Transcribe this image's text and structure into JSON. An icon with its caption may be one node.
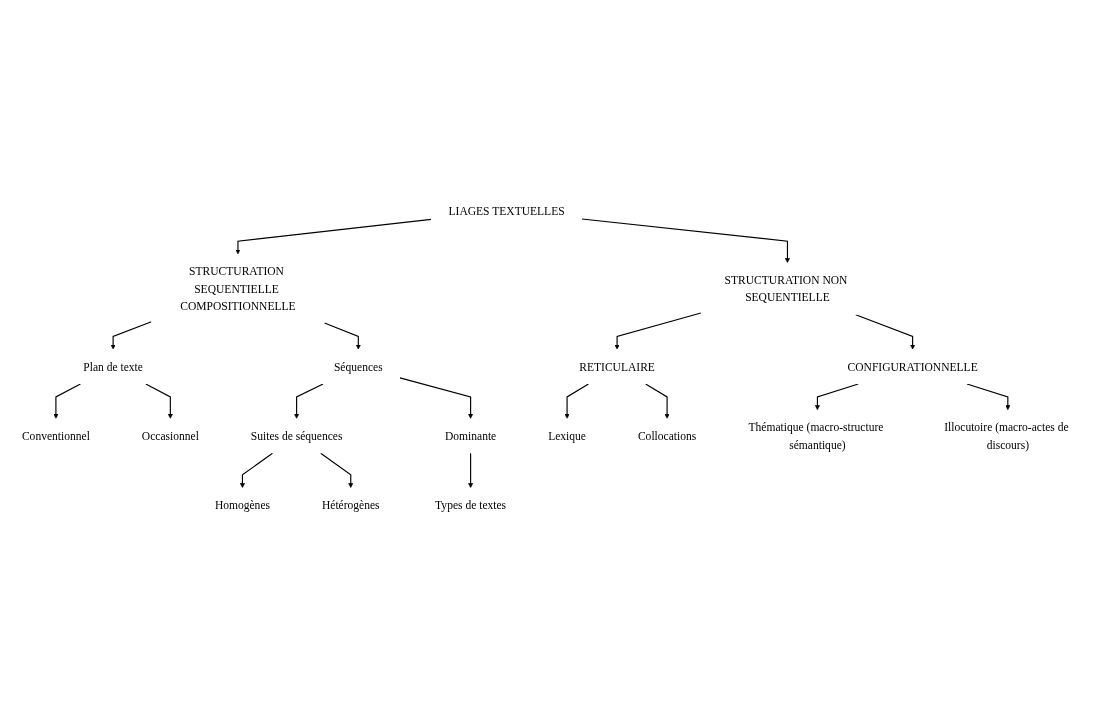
{
  "diagram": {
    "nodes": [
      {
        "text": [
          "LIAGES TEXTUELLES"
        ]
      },
      {
        "text": [
          "STRUCTURATION SEQUENTIELLE COMPOSITIONNELLE"
        ]
      },
      {
        "text": [
          "STRUCTURATION NON SEQUENTIELLE"
        ]
      },
      {
        "text": [
          "Plan de texte"
        ]
      },
      {
        "text": [
          "Séquences"
        ]
      },
      {
        "text": [
          "RETICULAIRE"
        ]
      },
      {
        "text": [
          "CONFIGURATIONNELLE"
        ]
      },
      {
        "text": [
          "Conventionnel"
        ]
      },
      {
        "text": [
          "Occasionnel"
        ]
      },
      {
        "text": [
          "Suites de séquences"
        ]
      },
      {
        "text": [
          "Dominante"
        ]
      },
      {
        "text": [
          "Lexique"
        ]
      },
      {
        "text": [
          "Collocations"
        ]
      },
      {
        "text": [
          "Thématique (macro-structure sémantique)"
        ]
      },
      {
        "text": [
          "Illocutoire (macro-actes de discours)"
        ]
      },
      {
        "text": [
          "Homogènes"
        ]
      },
      {
        "text": [
          "Hétérogènes"
        ]
      },
      {
        "text": [
          "Types de textes"
        ]
      }
    ],
    "edges": [
      {
        "from": 0,
        "to": 1,
        "arrow": "to"
      },
      {
        "from": 0,
        "to": 2,
        "arrow": "to"
      },
      {
        "from": 1,
        "to": 3,
        "arrow": "to"
      },
      {
        "from": 1,
        "to": 4,
        "arrow": "to"
      },
      {
        "from": 2,
        "to": 5,
        "arrow": "to"
      },
      {
        "from": 2,
        "to": 6,
        "arrow": "to"
      },
      {
        "from": 3,
        "to": 7,
        "arrow": "to"
      },
      {
        "from": 3,
        "to": 8,
        "arrow": "to"
      },
      {
        "from": 4,
        "to": 9,
        "arrow": "to"
      },
      {
        "from": 4,
        "to": 10,
        "arrow": "to"
      },
      {
        "from": 5,
        "to": 11,
        "arrow": "to"
      },
      {
        "from": 5,
        "to": 12,
        "arrow": "to"
      },
      {
        "from": 6,
        "to": 13,
        "arrow": "to"
      },
      {
        "from": 6,
        "to": 14,
        "arrow": "to"
      },
      {
        "from": 9,
        "to": 15,
        "arrow": "to"
      },
      {
        "from": 9,
        "to": 16,
        "arrow": "to"
      },
      {
        "from": 10,
        "to": 17,
        "arrow": "to"
      }
    ]
  }
}
